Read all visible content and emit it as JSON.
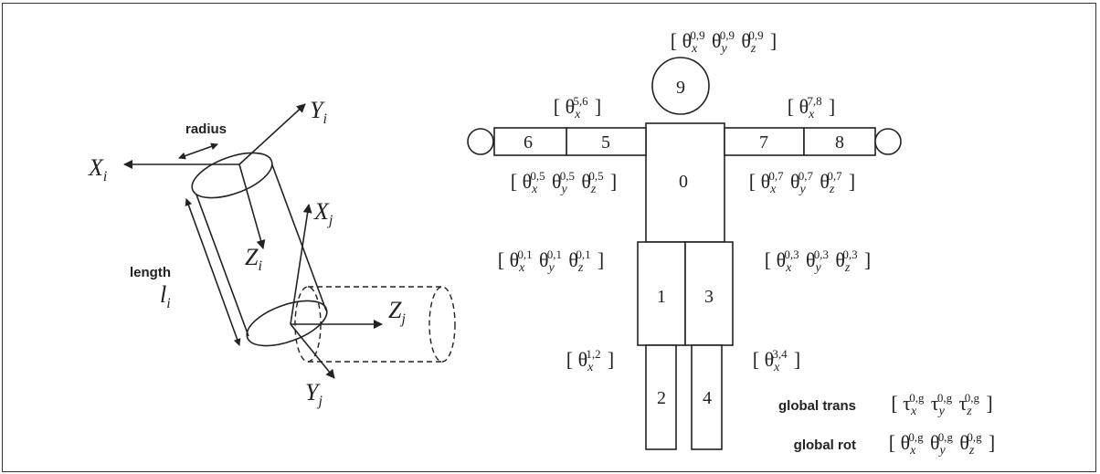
{
  "cylinder": {
    "radius_label": "radius",
    "length_label": "length",
    "length_symbol": {
      "base": "l",
      "sub": "i"
    },
    "axes": {
      "Xi": {
        "base": "X",
        "sub": "i"
      },
      "Yi": {
        "base": "Y",
        "sub": "i"
      },
      "Zi": {
        "base": "Z",
        "sub": "i"
      },
      "Xj": {
        "base": "X",
        "sub": "j"
      },
      "Yj": {
        "base": "Y",
        "sub": "j"
      },
      "Zj": {
        "base": "Z",
        "sub": "j"
      }
    }
  },
  "body": {
    "segments": [
      "0",
      "1",
      "2",
      "3",
      "4",
      "5",
      "6",
      "7",
      "8",
      "9"
    ],
    "joints": {
      "neck": "[ θx0,9 θy0,9 θz0,9 ]",
      "left_elbow": "[ θx5,6 ]",
      "right_elbow": "[ θx7,8 ]",
      "left_shoulder": "[ θx0,5 θy0,5 θz0,5 ]",
      "right_shoulder": "[ θx0,7 θy0,7 θz0,7 ]",
      "left_hip": "[ θx0,1 θy0,1 θz0,1 ]",
      "right_hip": "[ θx0,3 θy0,3 θz0,3 ]",
      "left_knee": "[ θx1,2 ]",
      "right_knee": "[ θx3,4 ]"
    },
    "global_trans_label": "global trans",
    "global_trans_params": "[ τx0,g τy0,g τz0,g ]",
    "global_rot_label": "global rot",
    "global_rot_params": "[ θx0,g θy0,g θz0,g ]"
  }
}
